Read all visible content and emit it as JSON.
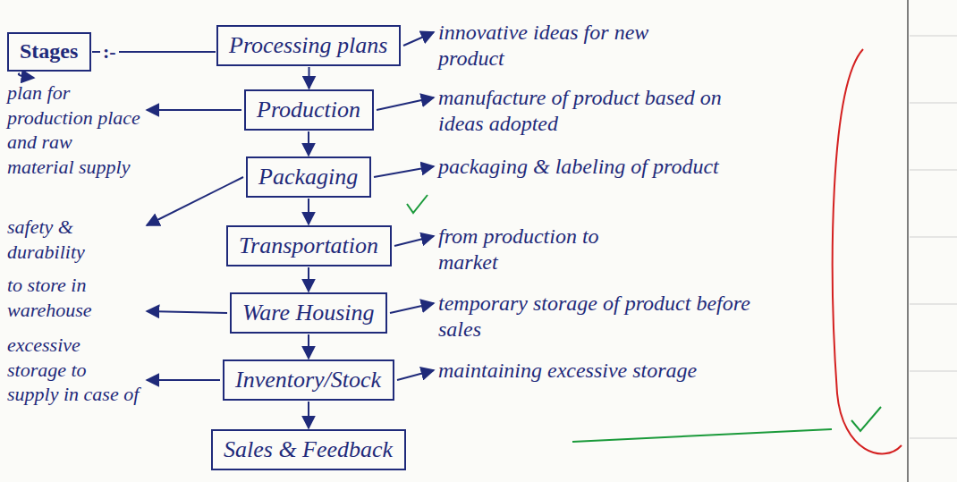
{
  "diagram": {
    "nodes": [
      {
        "text": [
          "Stages"
        ]
      },
      {
        "text": [
          "Processing plans"
        ]
      },
      {
        "text": [
          "Production"
        ]
      },
      {
        "text": [
          "Packaging"
        ]
      },
      {
        "text": [
          "Transportation"
        ]
      },
      {
        "text": [
          "Ware Housing"
        ]
      },
      {
        "text": [
          "Inventory/Stock"
        ]
      },
      {
        "text": [
          "Sales & Feedback"
        ]
      }
    ],
    "edges": [
      {
        "from": 0,
        "to": 1,
        "arrow": "none"
      },
      {
        "from": 1,
        "to": 2,
        "arrow": "to"
      },
      {
        "from": 2,
        "to": 3,
        "arrow": "to"
      },
      {
        "from": 3,
        "to": 4,
        "arrow": "to"
      },
      {
        "from": 4,
        "to": 5,
        "arrow": "to"
      },
      {
        "from": 5,
        "to": 6,
        "arrow": "to"
      },
      {
        "from": 6,
        "to": 7,
        "arrow": "to"
      }
    ],
    "labels": [
      ":-",
      "innovative ideas for new product",
      "manufacture of product based on ideas adopted",
      "packaging & labeling of product",
      "from production to market",
      "temporary storage of product before sales",
      "maintaining excessive storage",
      "plan for production place and raw material supply",
      "safety & durability",
      "to store in warehouse",
      "excessive storage to supply in case of"
    ]
  }
}
